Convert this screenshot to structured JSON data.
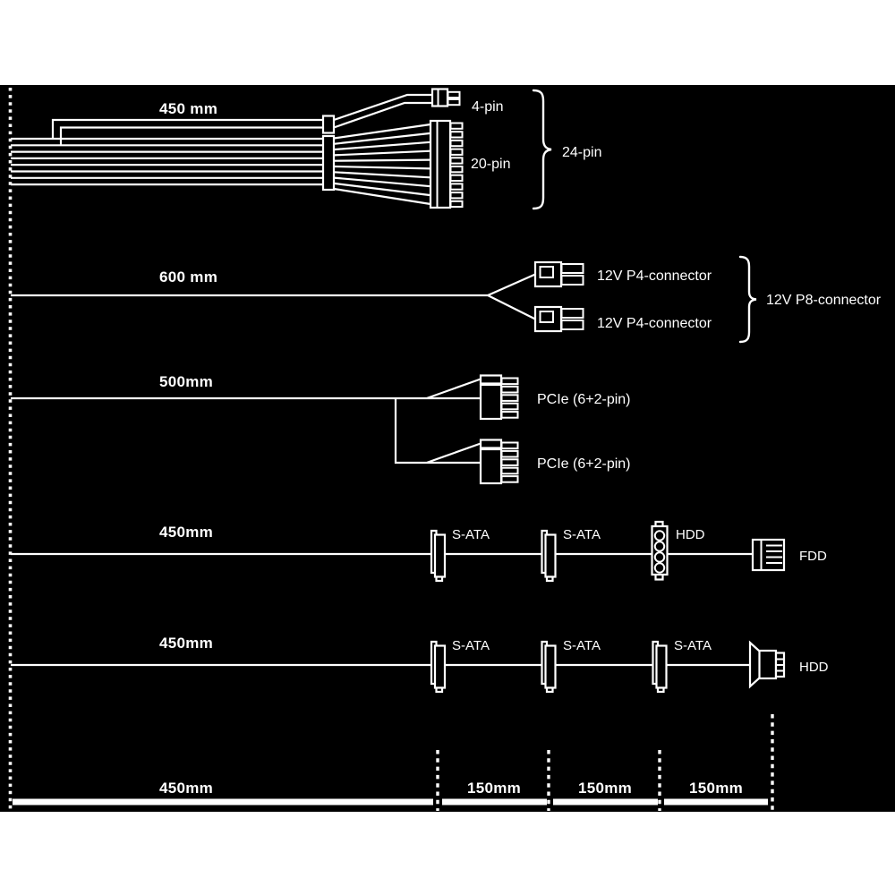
{
  "page": {
    "background_color": "#ffffff",
    "canvas_color": "#000000",
    "ink_color": "#ffffff"
  },
  "cables": [
    {
      "id": "atx-24pin",
      "length_label": "450 mm",
      "connector_labels": {
        "four_pin": "4-pin",
        "twenty_pin": "20-pin"
      },
      "group_label": "24-pin"
    },
    {
      "id": "cpu-12v",
      "length_label": "600 mm",
      "connector_labels": {
        "p4_top": "12V P4-connector",
        "p4_bottom": "12V P4-connector"
      },
      "group_label": "12V P8-connector"
    },
    {
      "id": "pcie",
      "length_label": "500mm",
      "connector_labels": {
        "pcie_top": "PCIe (6+2-pin)",
        "pcie_bottom": "PCIe (6+2-pin)"
      }
    },
    {
      "id": "peripheral-a",
      "length_label": "450mm",
      "connector_labels": {
        "sata1": "S-ATA",
        "sata2": "S-ATA",
        "molex": "HDD",
        "fdd": "FDD"
      }
    },
    {
      "id": "peripheral-b",
      "length_label": "450mm",
      "connector_labels": {
        "sata1": "S-ATA",
        "sata2": "S-ATA",
        "sata3": "S-ATA",
        "molex": "HDD"
      }
    }
  ],
  "scale_bar": {
    "segment_labels": [
      "450mm",
      "150mm",
      "150mm",
      "150mm"
    ]
  }
}
